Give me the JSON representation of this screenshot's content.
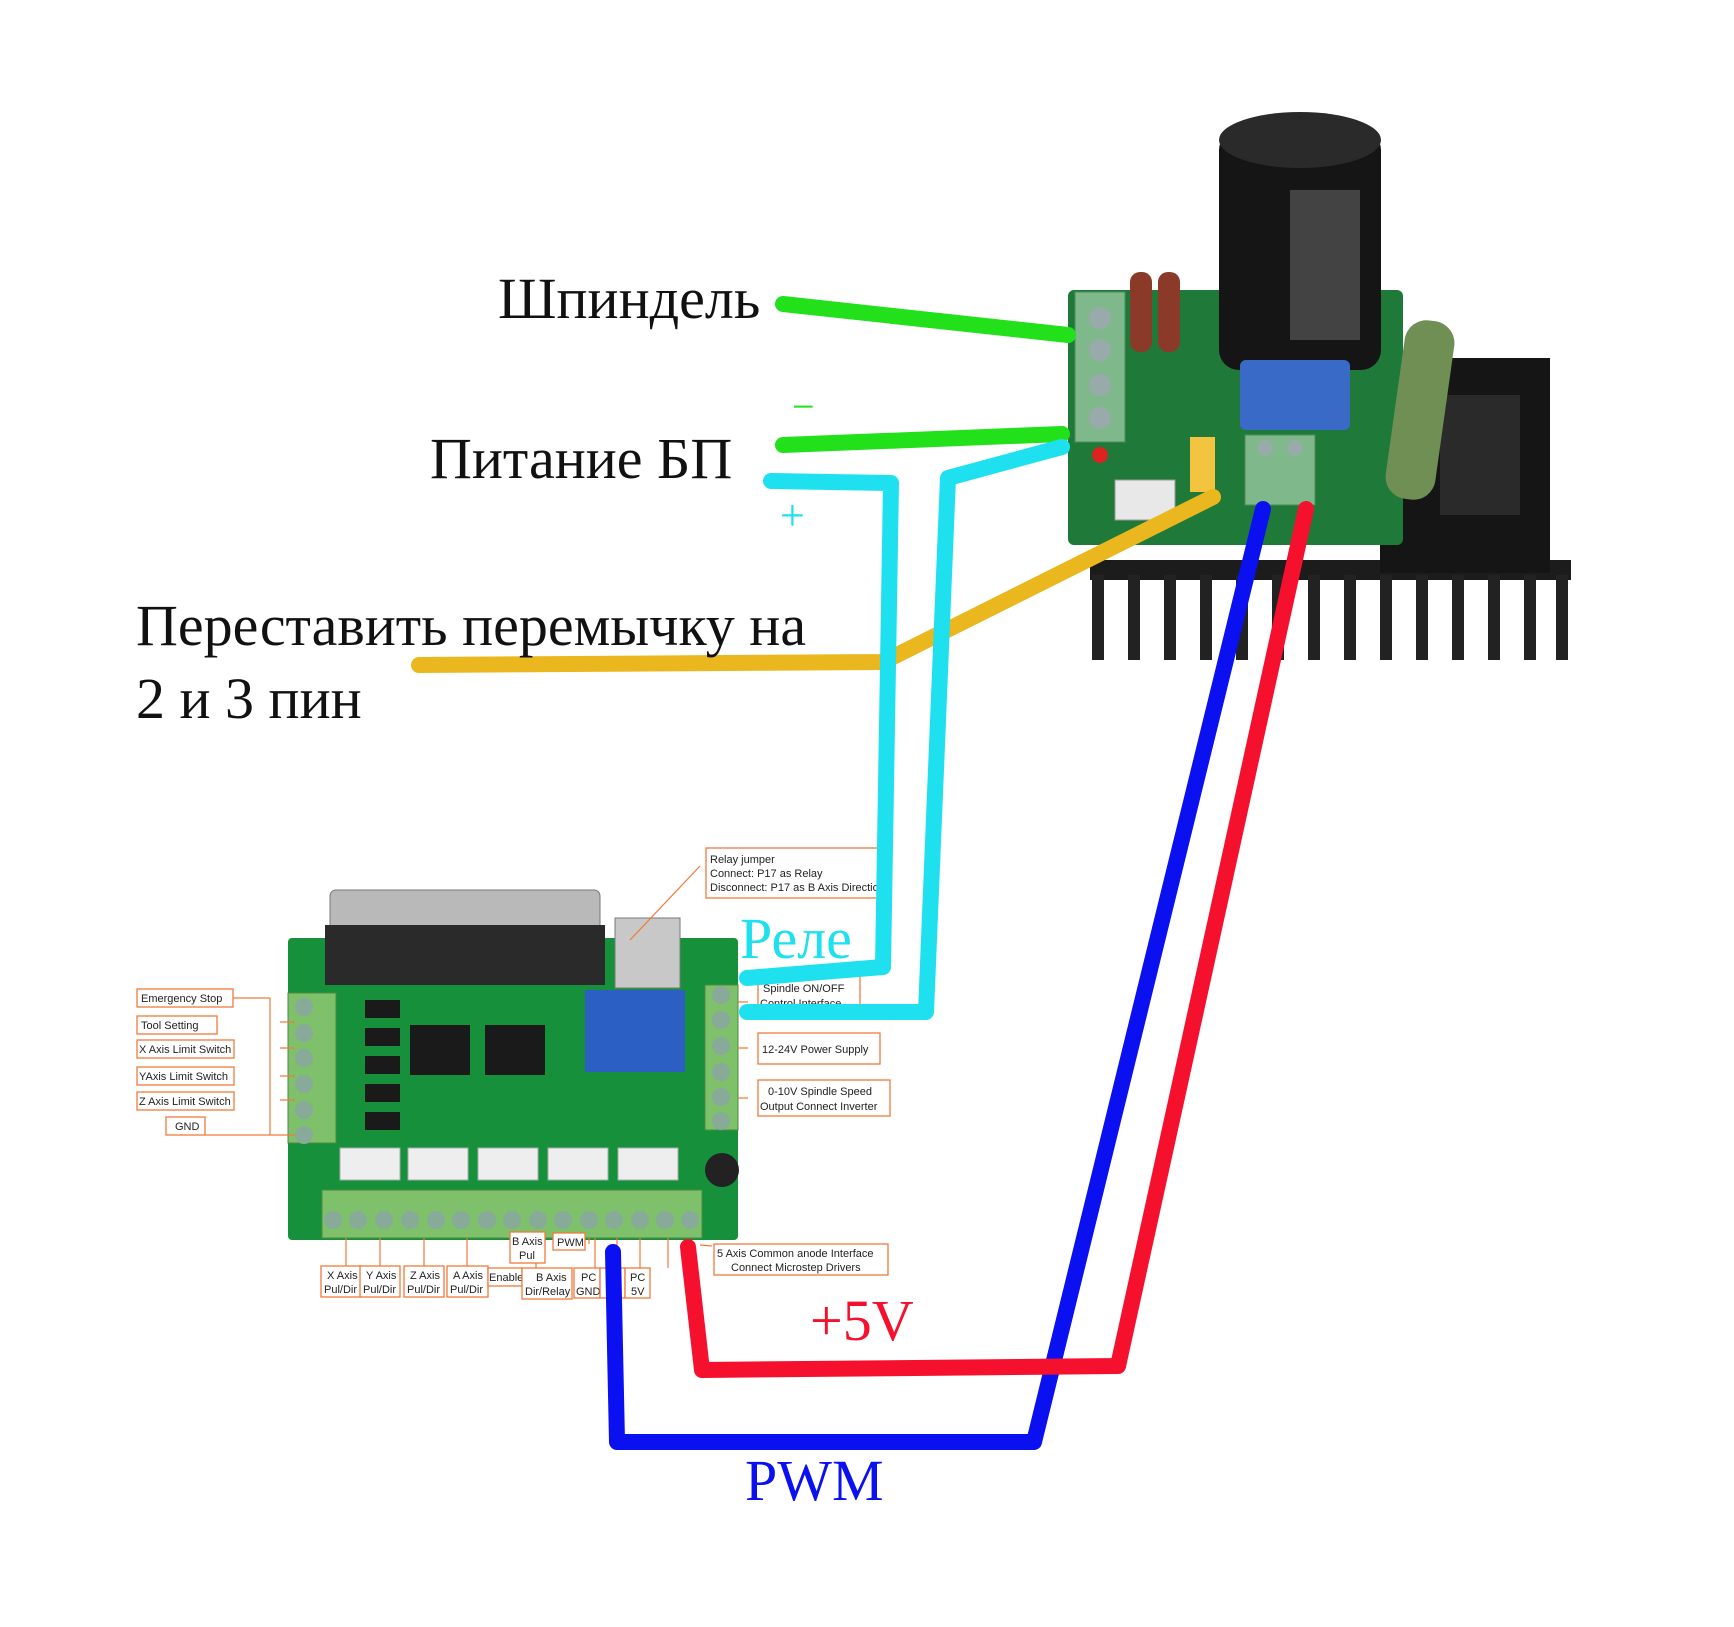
{
  "annotations": {
    "spindle": "Шпиндель",
    "psu": "Питание БП",
    "psu_minus": "−",
    "psu_plus": "+",
    "jumper_line1": "Переставить перемычку на",
    "jumper_line2": "2 и 3 пин",
    "relay": "Реле",
    "plus5v": "+5V",
    "pwm": "PWM"
  },
  "wire_colors": {
    "spindle": "#22e01a",
    "psu": "#22e01a",
    "relay": "#1ee0ef",
    "jumper": "#eab81e",
    "pwm": "#0a10f0",
    "plus5v": "#f5102e"
  },
  "board_labels": {
    "left": [
      "Emergency Stop",
      "Tool Setting",
      "X Axis Limit Switch",
      "YAxis Limit Switch",
      "Z Axis Limit Switch",
      "GND"
    ],
    "relay_jumper": [
      "Relay jumper",
      "Connect: P17 as Relay",
      "Disconnect: P17 as B Axis Direction"
    ],
    "spindle_onoff": [
      "Spindle ON/OFF",
      "Control Interface"
    ],
    "power_supply": "12-24V Power Supply",
    "spindle_speed": [
      "0-10V Spindle Speed",
      "Output Connect Inverter"
    ],
    "common_anode": [
      "5 Axis Common anode Interface",
      "Connect Microstep Drivers"
    ],
    "bottom": {
      "x_axis": [
        "X Axis",
        "Pul/Dir"
      ],
      "y_axis": [
        "Y Axis",
        "Pul/Dir"
      ],
      "z_axis": [
        "Z Axis",
        "Pul/Dir"
      ],
      "a_axis": [
        "A Axis",
        "Pul/Dir"
      ],
      "enable": "Enable",
      "b_axis_pul": [
        "B Axis",
        "Pul"
      ],
      "pwm": "PWM",
      "b_axis_dir": [
        "B Axis",
        "Dir/Relay"
      ],
      "pc_gnd": [
        "PC",
        "GND"
      ],
      "pc_5v": [
        "PC",
        "5V"
      ],
      "pc_5v_2": [
        "PC",
        "5V"
      ]
    }
  }
}
